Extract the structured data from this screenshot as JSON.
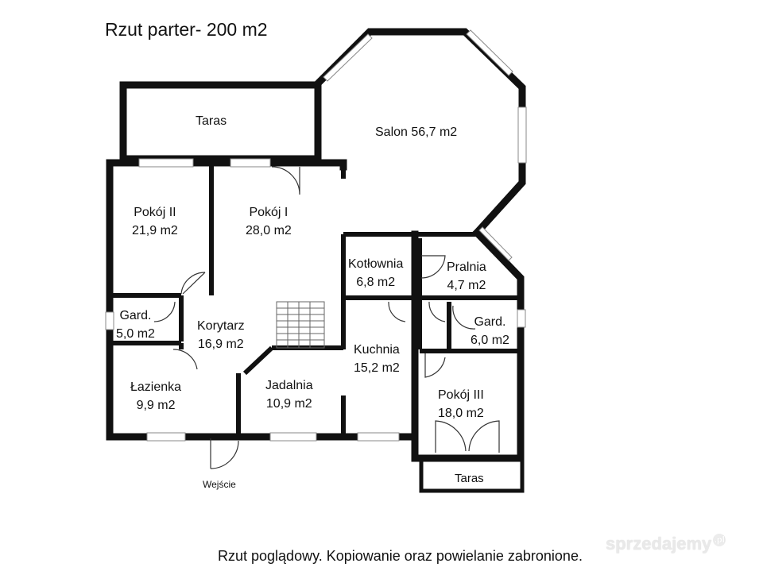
{
  "title": "Rzut parter- 200 m2",
  "rooms": {
    "taras_top": {
      "name": "Taras"
    },
    "salon": {
      "name": "Salon 56,7 m2"
    },
    "pokoj2": {
      "name": "Pokój II",
      "area": "21,9 m2"
    },
    "pokoj1": {
      "name": "Pokój I",
      "area": "28,0 m2"
    },
    "kotlownia": {
      "name": "Kotłownia",
      "area": "6,8 m2"
    },
    "pralnia": {
      "name": "Pralnia",
      "area": "4,7 m2"
    },
    "gard1": {
      "name": "Gard.",
      "area": "5,0 m2"
    },
    "korytarz": {
      "name": "Korytarz",
      "area": "16,9 m2"
    },
    "kuchnia": {
      "name": "Kuchnia",
      "area": "15,2 m2"
    },
    "gard2": {
      "name": "Gard.",
      "area": "6,0 m2"
    },
    "lazienka": {
      "name": "Łazienka",
      "area": "9,9 m2"
    },
    "jadalnia": {
      "name": "Jadalnia",
      "area": "10,9 m2"
    },
    "pokoj3": {
      "name": "Pokój III",
      "area": "18,0 m2"
    },
    "taras_bottom": {
      "name": "Taras"
    }
  },
  "entrance": "Wejście",
  "footer": "Rzut poglądowy. Kopiowanie oraz powielanie zabronione.",
  "watermark": {
    "text": "sprzedajemy",
    "badge": ".pl"
  },
  "colors": {
    "wall": "#111111",
    "window": "#ffffff",
    "background": "#ffffff"
  }
}
